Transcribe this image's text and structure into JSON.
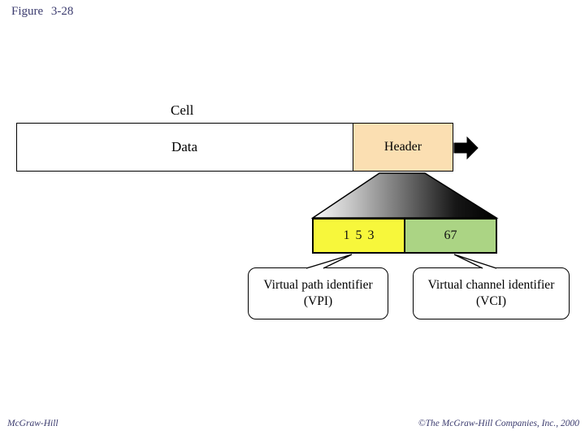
{
  "slide": {
    "figure_label": "Figure 3-28",
    "footer_left": "McGraw-Hill",
    "footer_right": "©The McGraw-Hill Companies, Inc., 2000"
  },
  "diagram": {
    "cell_label": "Cell",
    "data_label": "Data",
    "header_label": "Header",
    "vpi_value": "153",
    "vci_value": "67",
    "vpi_box": {
      "line1": "Virtual path identifier",
      "line2": "(VPI)"
    },
    "vci_box": {
      "line1": "Virtual channel identifier",
      "line2": "(VCI)"
    },
    "icons": {
      "arrow": "right-arrow-icon",
      "expander": "header-expand-trapezoid"
    },
    "colors": {
      "header_fill": "#fbdfb2",
      "vpi_fill": "#f7f73b",
      "vci_fill": "#abd484",
      "title_text": "#3b3b6e",
      "outline": "#000000",
      "trapezoid_gradient_start": "#f8f8f8",
      "trapezoid_gradient_end": "#000000"
    }
  }
}
